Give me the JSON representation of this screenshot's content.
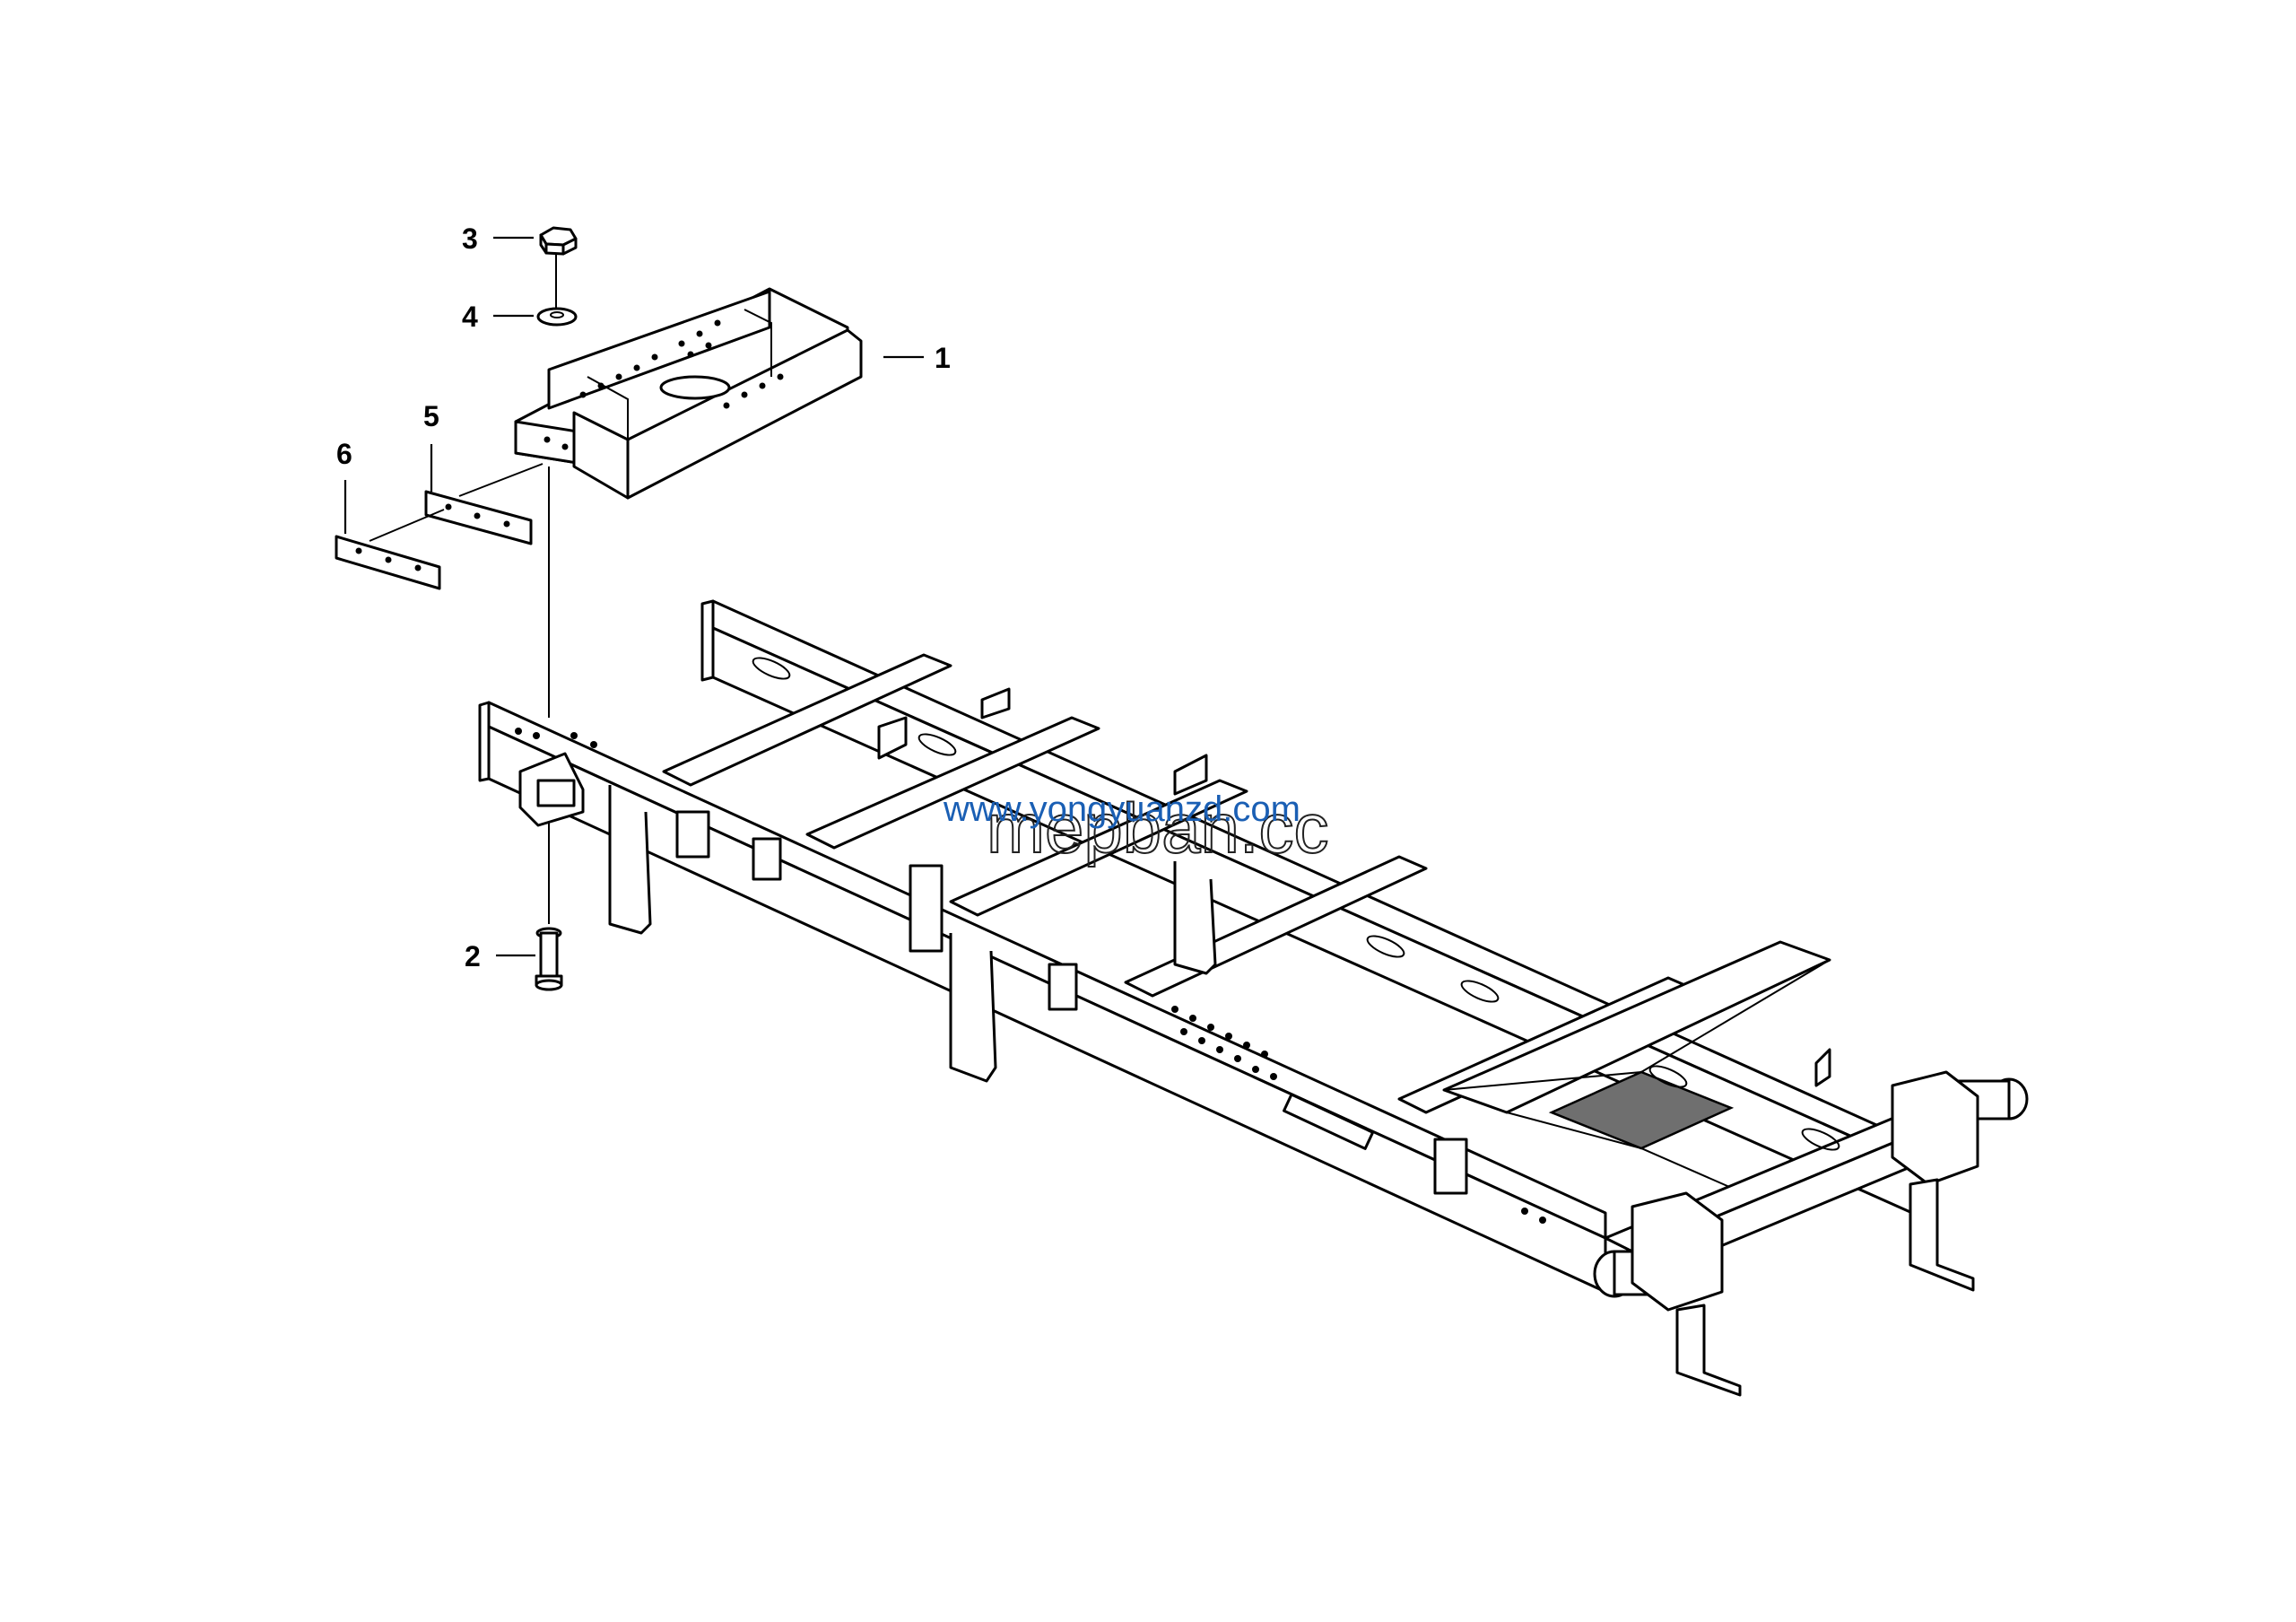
{
  "callouts": [
    {
      "number": "1"
    },
    {
      "number": "2"
    },
    {
      "number": "3"
    },
    {
      "number": "4"
    },
    {
      "number": "5"
    },
    {
      "number": "6"
    }
  ],
  "watermark": {
    "line1": "www.yongyuanzd.com",
    "line2": "mepban.cc"
  }
}
